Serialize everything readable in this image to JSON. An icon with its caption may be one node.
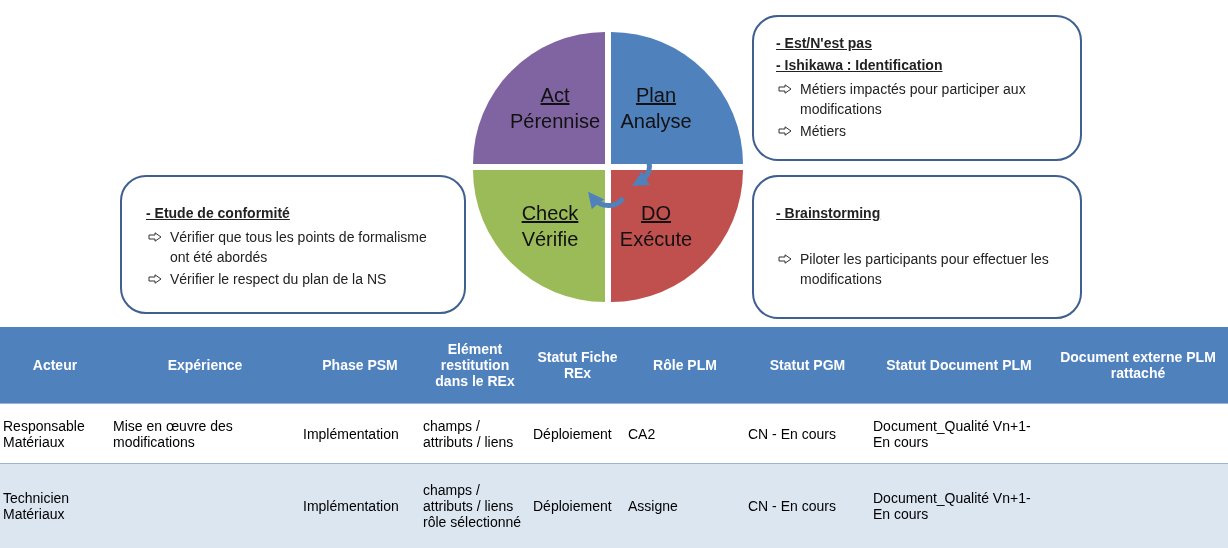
{
  "diagram": {
    "nodes": [
      {
        "text": [
          "Act",
          "Pérennise"
        ]
      },
      {
        "text": [
          "Plan",
          "Analyse"
        ]
      },
      {
        "text": [
          "- Est/N'est pas",
          "- Ishikawa : Identification",
          "Métiers impactés pour participer aux modifications",
          "Métiers"
        ]
      },
      {
        "text": [
          "- Etude de conformité",
          "Vérifier que tous les points de formalisme ont été abordés",
          "Vérifier le respect du plan de la NS"
        ]
      },
      {
        "text": [
          "Check",
          "Vérifie"
        ]
      },
      {
        "text": [
          "DO",
          "Exécute"
        ]
      },
      {
        "text": [
          "- Brainstorming",
          "Piloter les participants pour effectuer les modifications"
        ]
      }
    ],
    "edges": [
      {
        "from": 1,
        "to": 5,
        "arrow": "to"
      },
      {
        "from": 5,
        "to": 4,
        "arrow": "to"
      }
    ],
    "labels": [
      "Acteur",
      "Expérience",
      "Phase PSM",
      "Elément restitution dans le REx",
      "Statut Fiche REx",
      "Rôle PLM",
      "Statut PGM",
      "Statut Document PLM",
      "Document externe PLM rattaché",
      "Responsable Matériaux",
      "Mise en œuvre des modifications",
      "Implémentation",
      "champs / attributs / liens",
      "Déploiement",
      "CA2",
      "CN - En cours",
      "Document_Qualité Vn+1- En cours",
      "Technicien Matériaux",
      "Implémentation",
      "champs / attributs / liens rôle sélectionné",
      "Déploiement",
      "Assigne",
      "CN - En cours",
      "Document_Qualité Vn+1- En cours"
    ]
  }
}
